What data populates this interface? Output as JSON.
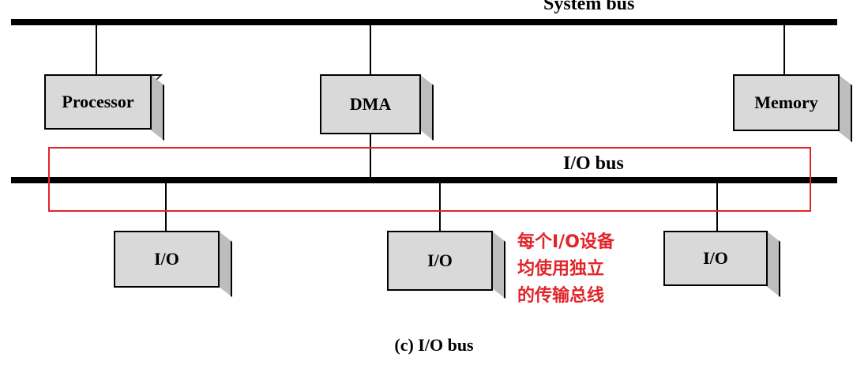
{
  "buses": {
    "system": "System bus",
    "io": "I/O bus"
  },
  "components": {
    "processor": "Processor",
    "dma": "DMA",
    "memory": "Memory",
    "io1": "I/O",
    "io2": "I/O",
    "io3": "I/O"
  },
  "annotation": {
    "lines": [
      "每个I/O设备",
      "均使用独立",
      "的传输总线"
    ],
    "color": "#e0252b"
  },
  "caption": "(c) I/O bus"
}
